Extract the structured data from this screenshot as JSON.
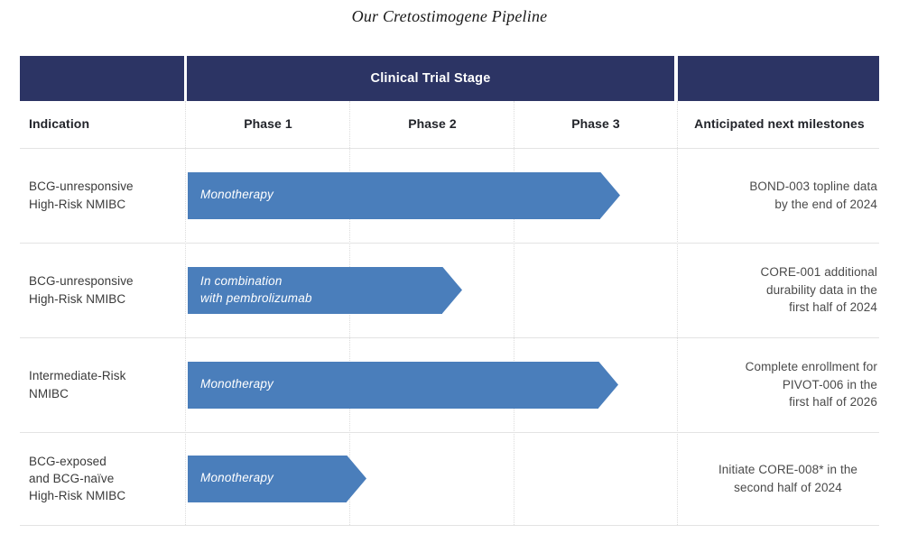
{
  "title": "Our Cretostimogene Pipeline",
  "colors": {
    "header_navy": "#2c3464",
    "arrow_blue": "#4a7ebb",
    "row_divider": "#e3e3e3",
    "column_divider": "#dcdcdc",
    "body_text": "#3a3a3a",
    "milestone_text": "#4a4a4a"
  },
  "header": {
    "group_indication": "",
    "group_trial_stage": "Clinical Trial Stage",
    "group_milestones": ""
  },
  "columns": {
    "indication": "Indication",
    "phase1": "Phase 1",
    "phase2": "Phase 2",
    "phase3": "Phase 3",
    "milestones": "Anticipated next milestones"
  },
  "chart_data": {
    "type": "table",
    "title": "Our Cretostimogene Pipeline",
    "categories": [
      "Phase 1",
      "Phase 2",
      "Phase 3"
    ],
    "rows": [
      {
        "indication": "BCG-unresponsive\nHigh-Risk NMIBC",
        "program_label": "Monotherapy",
        "stage_start": "Phase 1",
        "stage_end": "Phase 3",
        "progress_fraction": 0.88,
        "milestone": "BOND-003 topline data\nby the end of 2024",
        "milestone_align": "right"
      },
      {
        "indication": "BCG-unresponsive\nHigh-Risk NMIBC",
        "program_label": "In combination\nwith pembrolizumab",
        "stage_start": "Phase 1",
        "stage_end": "Phase 2",
        "progress_fraction": 0.56,
        "milestone": "CORE-001 additional\ndurability data in the\nfirst half of 2024",
        "milestone_align": "right"
      },
      {
        "indication": "Intermediate-Risk\nNMIBC",
        "program_label": "Monotherapy",
        "stage_start": "Phase 1",
        "stage_end": "Phase 3",
        "progress_fraction": 0.88,
        "milestone": "Complete enrollment for\nPIVOT-006 in the\nfirst half of 2026",
        "milestone_align": "right"
      },
      {
        "indication": "BCG-exposed\nand BCG-naïve\nHigh-Risk NMIBC",
        "program_label": "Monotherapy",
        "stage_start": "Phase 1",
        "stage_end": "Phase 1",
        "progress_fraction": 0.37,
        "milestone": "Initiate CORE-008* in the\nsecond half of 2024",
        "milestone_align": "center"
      }
    ]
  }
}
